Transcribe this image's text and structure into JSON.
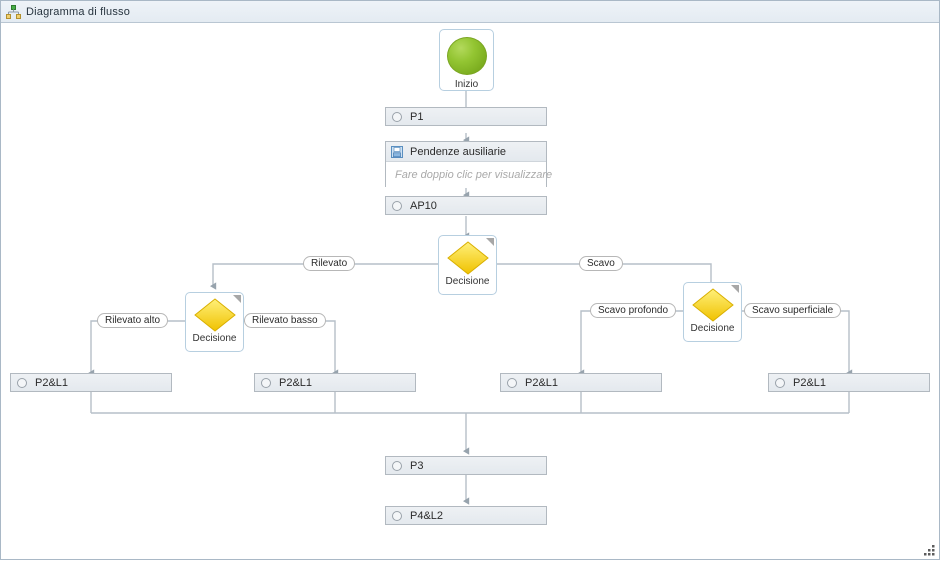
{
  "window": {
    "title": "Diagramma di flusso",
    "title_icon": "org-chart-icon",
    "resize_grip_icon": "resize-grip-icon"
  },
  "colors": {
    "titlebar_bg": "#e9eef3",
    "titlebar_border": "#b9c6d2",
    "canvas_bg": "#ffffff",
    "node_fill": "#e8ecf0",
    "node_border": "#b2b9c0",
    "start_green_light": "#9ac93a",
    "start_green_dark": "#6d9e14",
    "decision_yellow_light": "#ffe96b",
    "decision_yellow_dark": "#f0c400",
    "connector": "#b6bfc8",
    "hint_text": "#a9a9a9"
  },
  "chart_data": {
    "type": "diagram",
    "title": "Diagramma di flusso",
    "nodes": [
      {
        "id": "start",
        "kind": "start",
        "label": "Inizio",
        "icon": "green-circle-icon"
      },
      {
        "id": "p1",
        "kind": "process",
        "label": "P1",
        "icon": "circle-icon"
      },
      {
        "id": "pend",
        "kind": "subprocess",
        "label": "Pendenze ausiliarie",
        "icon": "disk-icon",
        "hint": "Fare doppio clic per visualizzare"
      },
      {
        "id": "ap10",
        "kind": "process",
        "label": "AP10",
        "icon": "circle-icon"
      },
      {
        "id": "dec1",
        "kind": "decision",
        "label": "Decisione",
        "icon": "yellow-diamond-icon"
      },
      {
        "id": "dec2",
        "kind": "decision",
        "label": "Decisione",
        "icon": "yellow-diamond-icon"
      },
      {
        "id": "dec3",
        "kind": "decision",
        "label": "Decisione",
        "icon": "yellow-diamond-icon"
      },
      {
        "id": "leaf1",
        "kind": "process",
        "label": "P2&L1",
        "icon": "circle-icon"
      },
      {
        "id": "leaf2",
        "kind": "process",
        "label": "P2&L1",
        "icon": "circle-icon"
      },
      {
        "id": "leaf3",
        "kind": "process",
        "label": "P2&L1",
        "icon": "circle-icon"
      },
      {
        "id": "leaf4",
        "kind": "process",
        "label": "P2&L1",
        "icon": "circle-icon"
      },
      {
        "id": "p3",
        "kind": "process",
        "label": "P3",
        "icon": "circle-icon"
      },
      {
        "id": "p4l2",
        "kind": "process",
        "label": "P4&L2",
        "icon": "circle-icon"
      }
    ],
    "edges": [
      {
        "from": "start",
        "to": "p1",
        "label": ""
      },
      {
        "from": "p1",
        "to": "pend",
        "label": ""
      },
      {
        "from": "pend",
        "to": "ap10",
        "label": ""
      },
      {
        "from": "ap10",
        "to": "dec1",
        "label": ""
      },
      {
        "from": "dec1",
        "to": "dec2",
        "label": "Rilevato"
      },
      {
        "from": "dec1",
        "to": "dec3",
        "label": "Scavo"
      },
      {
        "from": "dec2",
        "to": "leaf1",
        "label": "Rilevato alto"
      },
      {
        "from": "dec2",
        "to": "leaf2",
        "label": "Rilevato basso"
      },
      {
        "from": "dec3",
        "to": "leaf3",
        "label": "Scavo profondo"
      },
      {
        "from": "dec3",
        "to": "leaf4",
        "label": "Scavo superficiale"
      },
      {
        "from": "leaf1",
        "to": "p3",
        "label": ""
      },
      {
        "from": "leaf2",
        "to": "p3",
        "label": ""
      },
      {
        "from": "leaf3",
        "to": "p3",
        "label": ""
      },
      {
        "from": "leaf4",
        "to": "p3",
        "label": ""
      },
      {
        "from": "p3",
        "to": "p4l2",
        "label": ""
      }
    ],
    "edge_labels": [
      "Rilevato",
      "Scavo",
      "Rilevato alto",
      "Rilevato basso",
      "Scavo profondo",
      "Scavo superficiale"
    ]
  }
}
